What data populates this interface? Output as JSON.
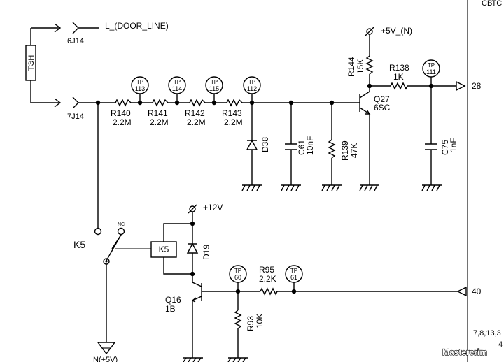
{
  "labels": {
    "door_line": "L_(DOOR_LINE)",
    "conn_6j14": "6J14",
    "conn_7j14": "7J14",
    "heater": "ТЭН",
    "supply_5v": "+5V_(N)",
    "supply_12v": "+12V",
    "ground_5v": "N(+5V)",
    "relay_k5": "K5",
    "relay_box": "K5",
    "nc": "NC",
    "top_right": "СВТС",
    "bottom_right_a": "7,8,13,3",
    "bottom_right_b": "4"
  },
  "pins": {
    "p28": "28",
    "p40": "40"
  },
  "testpoints": [
    {
      "tp": "TP",
      "num": "113"
    },
    {
      "tp": "TP",
      "num": "114"
    },
    {
      "tp": "TP",
      "num": "115"
    },
    {
      "tp": "TP",
      "num": "112"
    },
    {
      "tp": "TP",
      "num": "111"
    },
    {
      "tp": "TP",
      "num": "60"
    },
    {
      "tp": "TP",
      "num": "61"
    }
  ],
  "resistors": {
    "r140": {
      "ref": "R140",
      "val": "2.2M"
    },
    "r141": {
      "ref": "R141",
      "val": "2.2M"
    },
    "r142": {
      "ref": "R142",
      "val": "2.2M"
    },
    "r143": {
      "ref": "R143",
      "val": "2.2M"
    },
    "r144": {
      "ref": "R144",
      "val": "15K"
    },
    "r138": {
      "ref": "R138",
      "val": "1K"
    },
    "r139": {
      "ref": "R139",
      "val": "47K"
    },
    "r95": {
      "ref": "R95",
      "val": "2.2K"
    },
    "r93": {
      "ref": "R93",
      "val": "10K"
    }
  },
  "capacitors": {
    "c61": {
      "ref": "C61",
      "val": "10nF"
    },
    "c75": {
      "ref": "C75",
      "val": "1nF"
    }
  },
  "diodes": {
    "d38": "D38",
    "d19": "D19"
  },
  "transistors": {
    "q27": {
      "ref": "Q27",
      "val": "6SC"
    },
    "q16": {
      "ref": "Q16",
      "val": "1B"
    }
  },
  "watermark": "Mastercrim"
}
